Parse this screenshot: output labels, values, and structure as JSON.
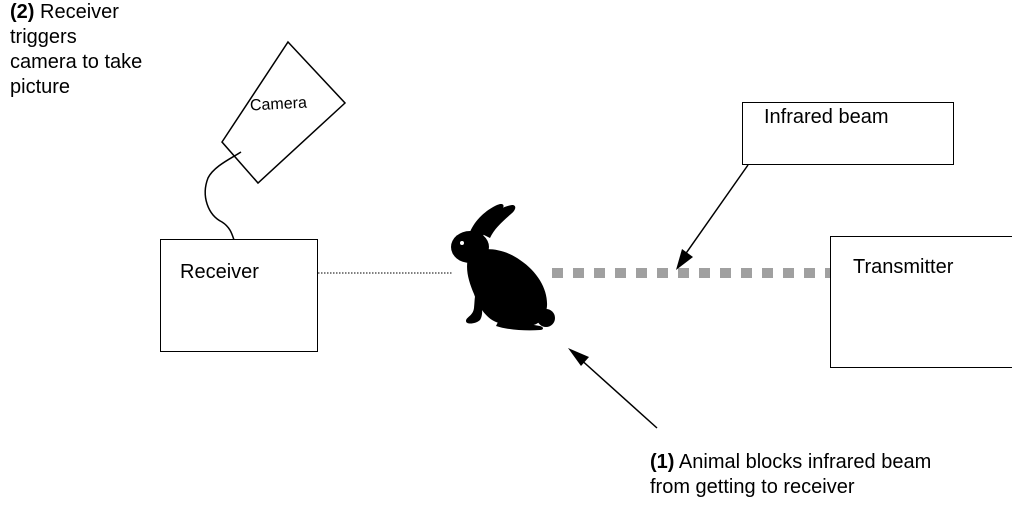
{
  "step2": {
    "number": "(2)",
    "lines": [
      "Receiver",
      "triggers",
      "camera to take",
      "picture"
    ]
  },
  "camera": {
    "label": "Camera"
  },
  "receiver": {
    "label": "Receiver"
  },
  "transmitter": {
    "label": "Transmitter"
  },
  "beam_callout": {
    "label": "Infrared beam"
  },
  "step1": {
    "number": "(1)",
    "line1": "Animal blocks infrared beam",
    "line2": "from getting to receiver"
  },
  "colors": {
    "beam": "#a0a0a0",
    "animal": "#000000",
    "line": "#000000"
  }
}
